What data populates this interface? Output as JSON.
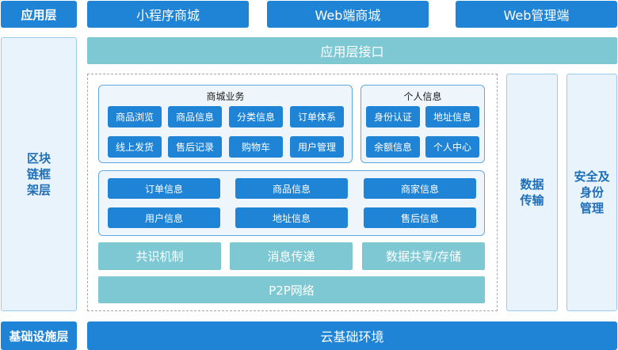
{
  "layers": {
    "app": "应用层",
    "blockchain": "区块链框架层",
    "infra": "基础设施层"
  },
  "app_row": [
    "小程序商城",
    "Web端商城",
    "Web管理端"
  ],
  "app_interface": "应用层接口",
  "mall": {
    "title": "商城业务",
    "items": [
      "商品浏览",
      "商品信息",
      "分类信息",
      "订单体系",
      "线上发货",
      "售后记录",
      "购物车",
      "用户管理"
    ]
  },
  "personal": {
    "title": "个人信息",
    "items": [
      "身份认证",
      "地址信息",
      "余额信息",
      "个人中心"
    ]
  },
  "data_row": [
    "订单信息",
    "商品信息",
    "商家信息",
    "用户信息",
    "地址信息",
    "售后信息"
  ],
  "mechanisms": [
    "共识机制",
    "消息传递",
    "数据共享/存储"
  ],
  "p2p": "P2P网络",
  "data_transfer": [
    "数据",
    "传输"
  ],
  "security": [
    "安全及",
    "身份",
    "管理"
  ],
  "cloud": "云基础环境"
}
